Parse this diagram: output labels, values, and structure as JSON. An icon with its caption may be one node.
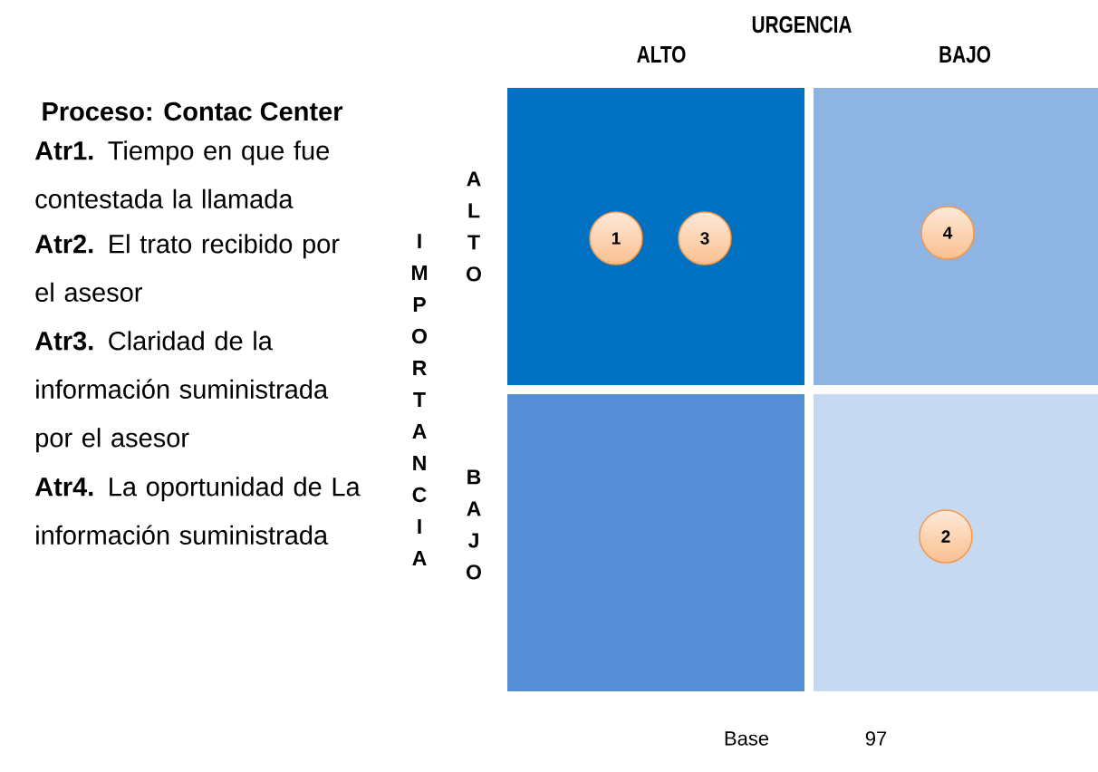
{
  "diagram": {
    "nodes": [
      {
        "text": [],
        "shape": "box"
      },
      {
        "text": [
          "1"
        ],
        "in": 0
      },
      {
        "text": [
          "3"
        ],
        "in": 0
      },
      {
        "text": [],
        "shape": "box"
      },
      {
        "text": [
          "4"
        ],
        "in": 3
      },
      {
        "text": [],
        "shape": "box"
      },
      {
        "text": [],
        "shape": "box"
      },
      {
        "text": [
          "2"
        ],
        "in": 6
      }
    ],
    "labels": [
      "URGENCIA",
      "ALTO",
      "BAJO",
      "Proceso: Contac Center",
      "**Atr1.** Tiempo en que fue contestada la llamada",
      "**Atr2.** El trato recibido por el asesor",
      "**Atr3.** Claridad de la información suministrada por el asesor",
      "**Atr4.** La oportunidad de La información suministrada",
      "IMPORTANCIA",
      "ALTO",
      "BAJO",
      "Base",
      "97"
    ]
  }
}
